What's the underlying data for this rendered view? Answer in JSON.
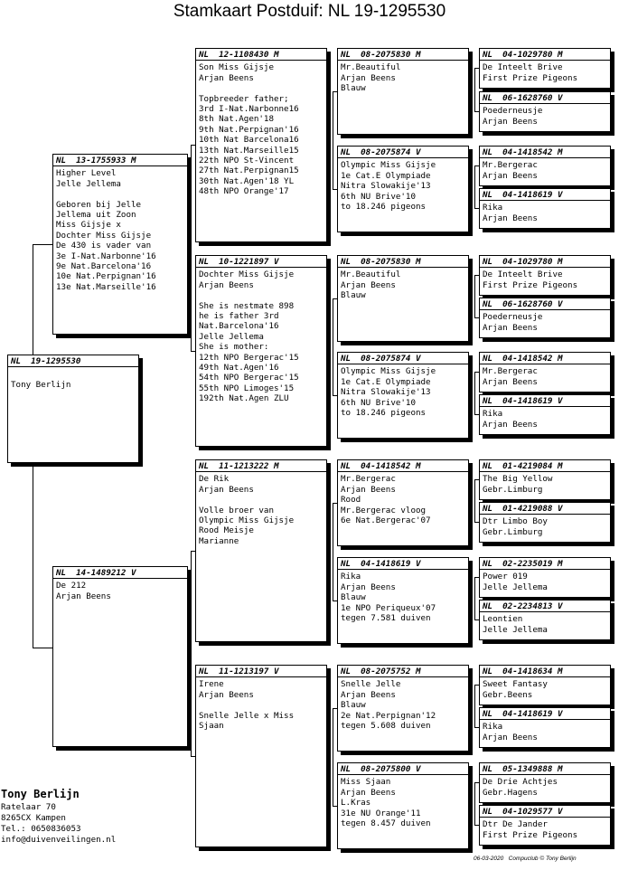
{
  "title": "Stamkaart Postduif: NL  19-1295530",
  "pedigree": {
    "subject": {
      "ring": "NL  19-1295530",
      "lines": [
        "",
        "Tony Berlijn"
      ]
    },
    "parents": [
      {
        "ring": "NL  13-1755933 M",
        "lines": [
          "Higher Level",
          "Jelle Jellema",
          "",
          "Geboren bij Jelle",
          "Jellema uit Zoon",
          "Miss Gijsje x",
          "Dochter Miss Gijsje",
          "De 430 is vader van",
          "3e I-Nat.Narbonne'16",
          "9e Nat.Barcelona'16",
          "10e Nat.Perpignan'16",
          "13e Nat.Marseille'16"
        ]
      },
      {
        "ring": "NL  14-1489212 V",
        "lines": [
          "De 212",
          "Arjan Beens"
        ]
      }
    ],
    "grandparents": [
      {
        "ring": "NL  12-1108430 M",
        "lines": [
          "Son Miss Gijsje",
          "Arjan Beens",
          "",
          "Topbreeder father;",
          "3rd I-Nat.Narbonne16",
          "8th Nat.Agen'18",
          "9th Nat.Perpignan'16",
          "10th Nat Barcelona16",
          "13th Nat.Marseille15",
          "22th NPO St-Vincent",
          "27th Nat.Perpignan15",
          "30th Nat.Agen'18 YL",
          "48th NPO Orange'17"
        ]
      },
      {
        "ring": "NL  10-1221897 V",
        "lines": [
          "Dochter Miss Gijsje",
          "Arjan Beens",
          "",
          "She is nestmate 898",
          "he is father 3rd",
          "Nat.Barcelona'16",
          "Jelle Jellema",
          "She is mother:",
          "12th NPO Bergerac'15",
          "49th Nat.Agen'16",
          "54th NPO Bergerac'15",
          "55th NPO Limoges'15",
          "192th Nat.Agen ZLU"
        ]
      },
      {
        "ring": "NL  11-1213222 M",
        "lines": [
          "De Rik",
          "Arjan Beens",
          "",
          "Volle broer van",
          "Olympic Miss Gijsje",
          "Rood Meisje",
          "Marianne"
        ]
      },
      {
        "ring": "NL  11-1213197 V",
        "lines": [
          "Irene",
          "Arjan Beens",
          "",
          "Snelle Jelle x Miss",
          "Sjaan"
        ]
      }
    ],
    "great_grandparents": [
      {
        "ring": "NL  08-2075830 M",
        "lines": [
          "Mr.Beautiful",
          "Arjan Beens",
          "Blauw"
        ]
      },
      {
        "ring": "NL  08-2075874 V",
        "lines": [
          "Olympic Miss Gijsje",
          "1e Cat.E Olympiade",
          "Nitra Slowakije'13",
          "6th NU Brive'10",
          "to 18.246 pigeons"
        ]
      },
      {
        "ring": "NL  08-2075830 M",
        "lines": [
          "Mr.Beautiful",
          "Arjan Beens",
          "Blauw"
        ]
      },
      {
        "ring": "NL  08-2075874 V",
        "lines": [
          "Olympic Miss Gijsje",
          "1e Cat.E Olympiade",
          "Nitra Slowakije'13",
          "6th NU Brive'10",
          "to 18.246 pigeons"
        ]
      },
      {
        "ring": "NL  04-1418542 M",
        "lines": [
          "Mr.Bergerac",
          "Arjan Beens",
          "Rood",
          "Mr.Bergerac vloog",
          "6e Nat.Bergerac'07"
        ]
      },
      {
        "ring": "NL  04-1418619 V",
        "lines": [
          "Rika",
          "Arjan Beens",
          "Blauw",
          "1e NPO Periqueux'07",
          "tegen 7.581 duiven"
        ]
      },
      {
        "ring": "NL  08-2075752 M",
        "lines": [
          "Snelle Jelle",
          "Arjan Beens",
          "Blauw",
          "2e Nat.Perpignan'12",
          "tegen 5.608 duiven"
        ]
      },
      {
        "ring": "NL  08-2075800 V",
        "lines": [
          "Miss Sjaan",
          "Arjan Beens",
          "L.Kras",
          "31e NU Orange'11",
          "tegen 8.457 duiven"
        ]
      }
    ],
    "great_great_grandparents": [
      {
        "ring": "NL  04-1029780 M",
        "lines": [
          "De Inteelt Brive",
          "First Prize Pigeons"
        ]
      },
      {
        "ring": "NL  06-1628760 V",
        "lines": [
          "Poederneusje",
          "Arjan Beens"
        ]
      },
      {
        "ring": "NL  04-1418542 M",
        "lines": [
          "Mr.Bergerac",
          "Arjan Beens"
        ]
      },
      {
        "ring": "NL  04-1418619 V",
        "lines": [
          "Rika",
          "Arjan Beens"
        ]
      },
      {
        "ring": "NL  04-1029780 M",
        "lines": [
          "De Inteelt Brive",
          "First Prize Pigeons"
        ]
      },
      {
        "ring": "NL  06-1628760 V",
        "lines": [
          "Poederneusje",
          "Arjan Beens"
        ]
      },
      {
        "ring": "NL  04-1418542 M",
        "lines": [
          "Mr.Bergerac",
          "Arjan Beens"
        ]
      },
      {
        "ring": "NL  04-1418619 V",
        "lines": [
          "Rika",
          "Arjan Beens"
        ]
      },
      {
        "ring": "NL  01-4219084 M",
        "lines": [
          "The Big Yellow",
          "Gebr.Limburg"
        ]
      },
      {
        "ring": "NL  01-4219088 V",
        "lines": [
          "Dtr Limbo Boy",
          "Gebr.Limburg"
        ]
      },
      {
        "ring": "NL  02-2235019 M",
        "lines": [
          "Power 019",
          "Jelle Jellema"
        ]
      },
      {
        "ring": "NL  02-2234813 V",
        "lines": [
          "Leontien",
          "Jelle Jellema"
        ]
      },
      {
        "ring": "NL  04-1418634 M",
        "lines": [
          "Sweet Fantasy",
          "Gebr.Beens"
        ]
      },
      {
        "ring": "NL  04-1418619 V",
        "lines": [
          "Rika",
          "Arjan Beens"
        ]
      },
      {
        "ring": "NL  05-1349888 M",
        "lines": [
          "De Drie Achtjes",
          "Gebr.Hagens"
        ]
      },
      {
        "ring": "NL  04-1029577 V",
        "lines": [
          "Dtr De Jander",
          "First Prize Pigeons"
        ]
      }
    ]
  },
  "breeder": {
    "name": "Tony Berlijn",
    "address": "Ratelaar 70",
    "postal": "8265CX  Kampen",
    "phone": "Tel.: 0650836053",
    "email": "info@duivenveilingen.nl"
  },
  "footer": {
    "date": "06-03-2020",
    "credit": "Compuclub © Tony Berlijn"
  }
}
